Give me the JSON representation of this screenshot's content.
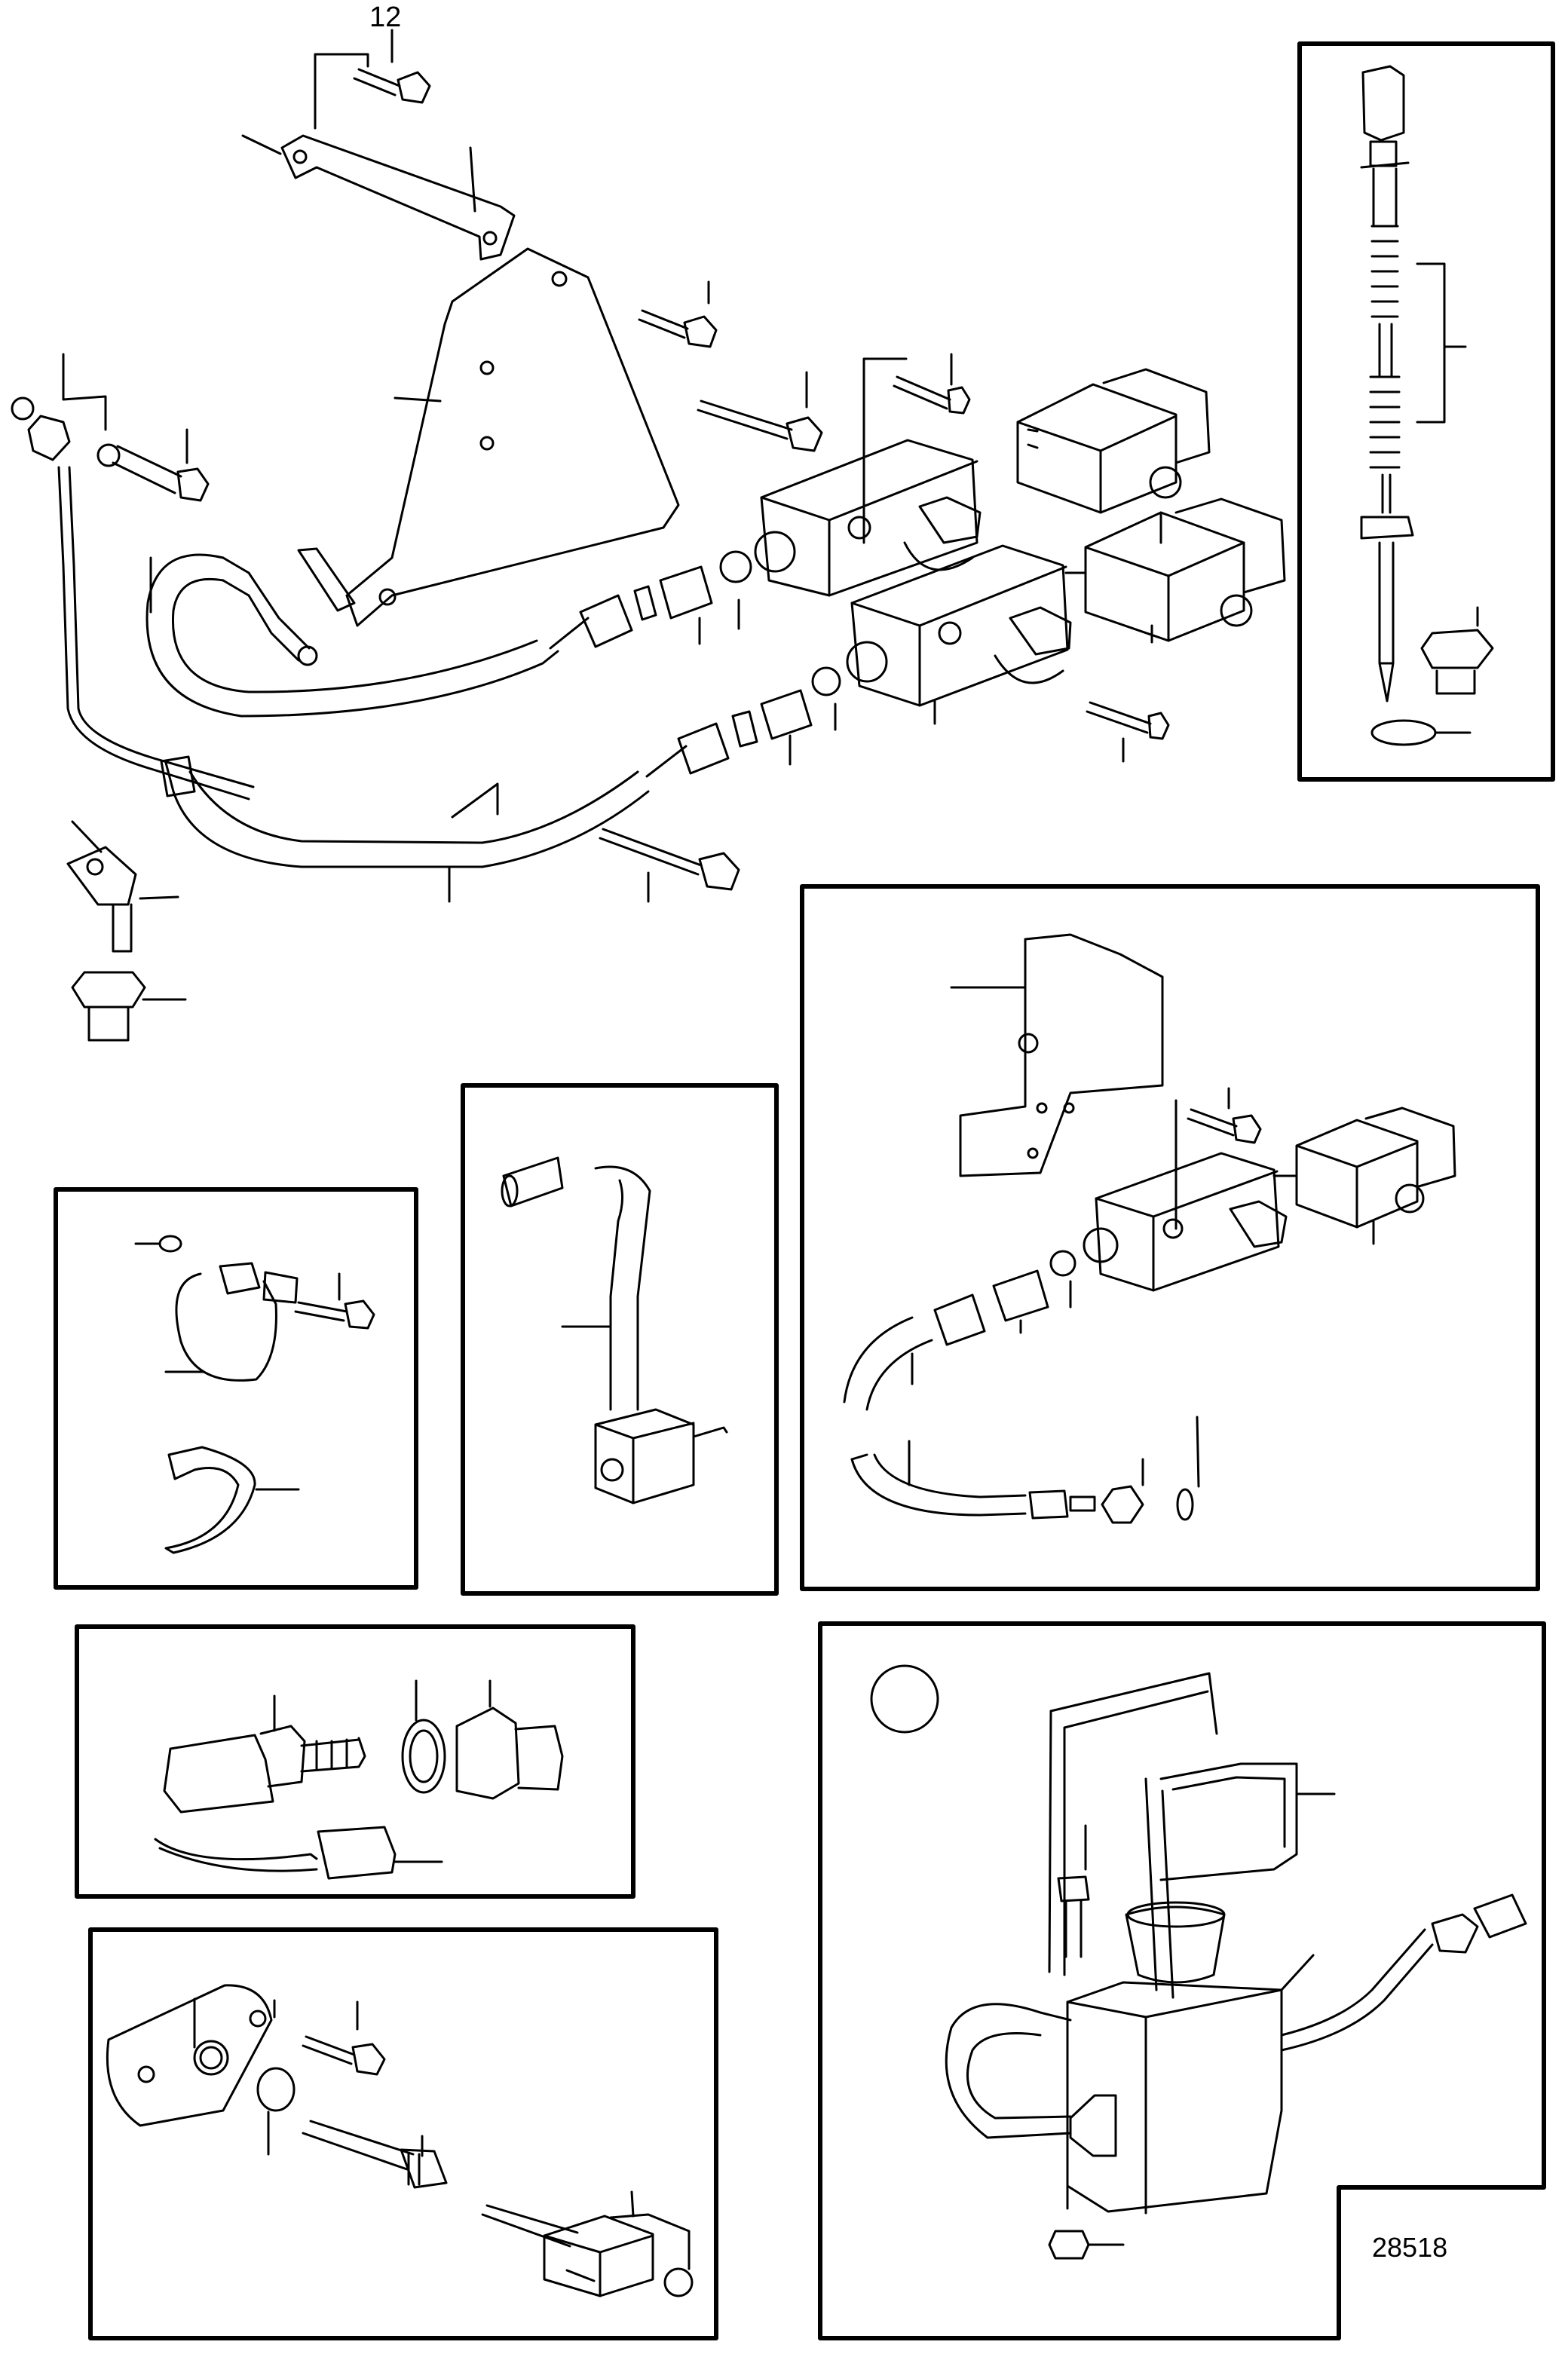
{
  "diagram": {
    "callout_label": "12",
    "drawing_number": "28518"
  },
  "panels": [
    "main-assembly",
    "sensor-inset",
    "bracket-valve-inset",
    "clamp-inset",
    "hose-solenoid-inset",
    "pressure-sender-inset",
    "flange-valve-inset",
    "tank-inset"
  ],
  "icons": [
    "bolt-icon",
    "nut-icon",
    "washer-icon",
    "solenoid-valve-icon",
    "hose-icon",
    "bracket-icon",
    "clamp-icon",
    "sensor-icon",
    "tank-icon"
  ]
}
